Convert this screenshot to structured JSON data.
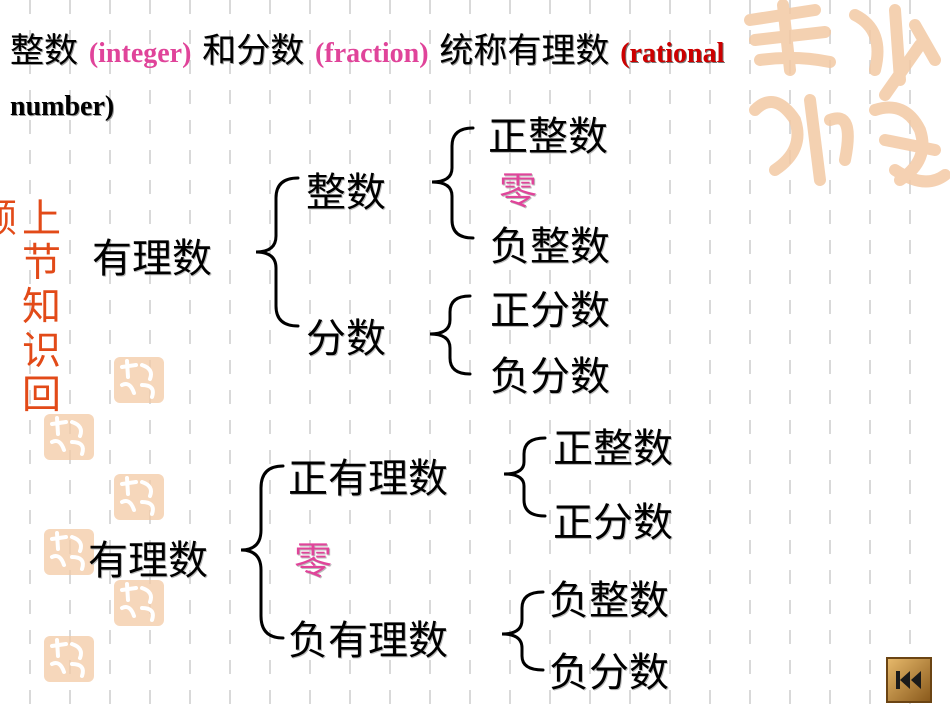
{
  "title": {
    "part1": "整数",
    "part1_en": "(integer)",
    "part2": "和分数",
    "part2_en": "(fraction)",
    "part3": "统称有理数",
    "part3_en_line1": "(rational",
    "part3_en_line2": "number)"
  },
  "side_nav": {
    "clipped_char": "顾",
    "chars": [
      "上",
      "节",
      "知",
      "识",
      "回"
    ]
  },
  "diagram1": {
    "root": "有理数",
    "integer": "整数",
    "integer_children": [
      "正整数",
      "零",
      "负整数"
    ],
    "fraction": "分数",
    "fraction_children": [
      "正分数",
      "负分数"
    ]
  },
  "diagram2": {
    "root": "有理数",
    "positive": "正有理数",
    "positive_children": [
      "正整数",
      "正分数"
    ],
    "zero": "零",
    "negative": "负有理数",
    "negative_children": [
      "负整数",
      "负分数"
    ]
  },
  "colors": {
    "pink": "#e0449a",
    "side_orange": "#e24a18",
    "title_red": "#cc0000",
    "seal_tan": "#f3c9a4"
  },
  "icons": {
    "back": "rewind-to-start-icon",
    "seal": "auspicious-seal-icon"
  }
}
